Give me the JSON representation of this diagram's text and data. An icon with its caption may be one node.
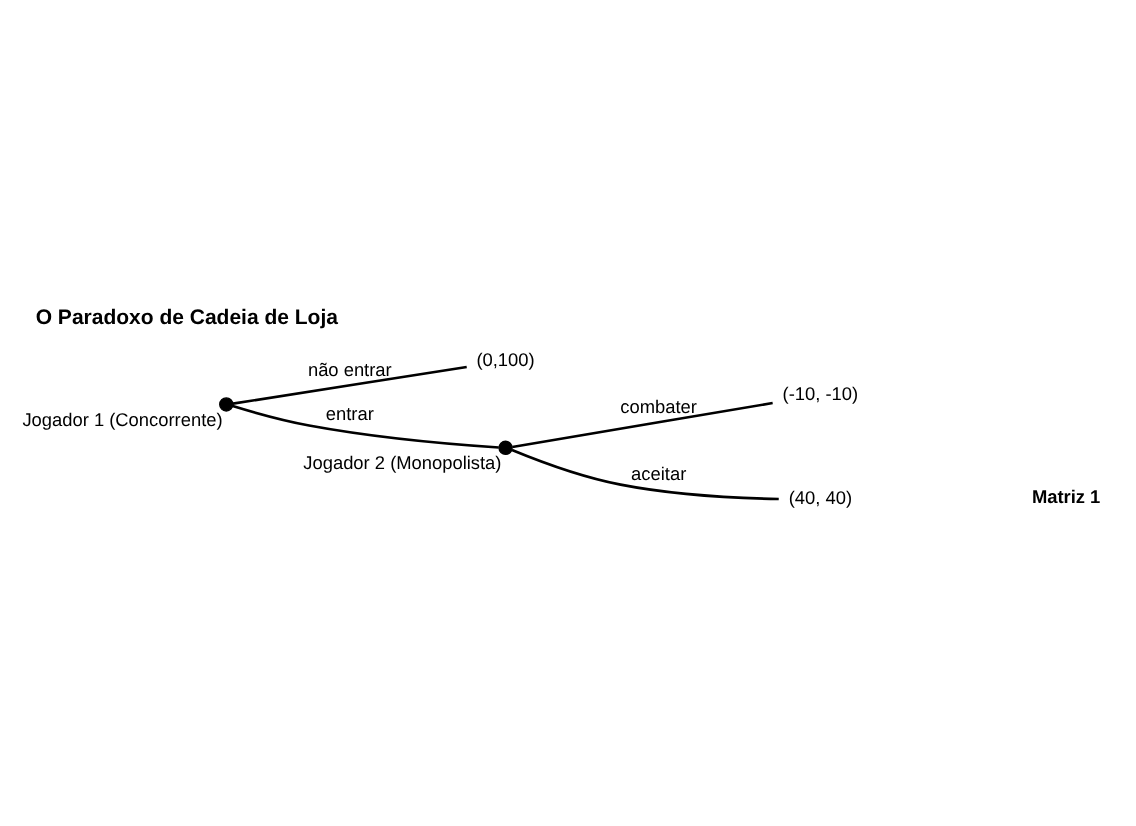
{
  "diagram": {
    "title": "O Paradoxo de Cadeia de Loja",
    "nodes": [
      {
        "text": [],
        "shape": "circle",
        "beside": [
          "Jogador 1 (Concorrente)"
        ]
      },
      {
        "text": [
          "(0,100)"
        ]
      },
      {
        "text": [],
        "shape": "circle",
        "beside": [
          "Jogador 2 (Monopolista)"
        ]
      },
      {
        "text": [
          "(-10, -10)"
        ]
      },
      {
        "text": [
          "(40, 40)"
        ]
      }
    ],
    "edges": [
      {
        "from": 0,
        "to": 1,
        "arrow": "none",
        "label": "não entrar"
      },
      {
        "from": 0,
        "to": 2,
        "arrow": "none",
        "label": "entrar"
      },
      {
        "from": 2,
        "to": 3,
        "arrow": "none",
        "label": "combater"
      },
      {
        "from": 2,
        "to": 4,
        "arrow": "none",
        "label": "aceitar"
      }
    ],
    "labels": [
      "Matriz 1"
    ]
  }
}
